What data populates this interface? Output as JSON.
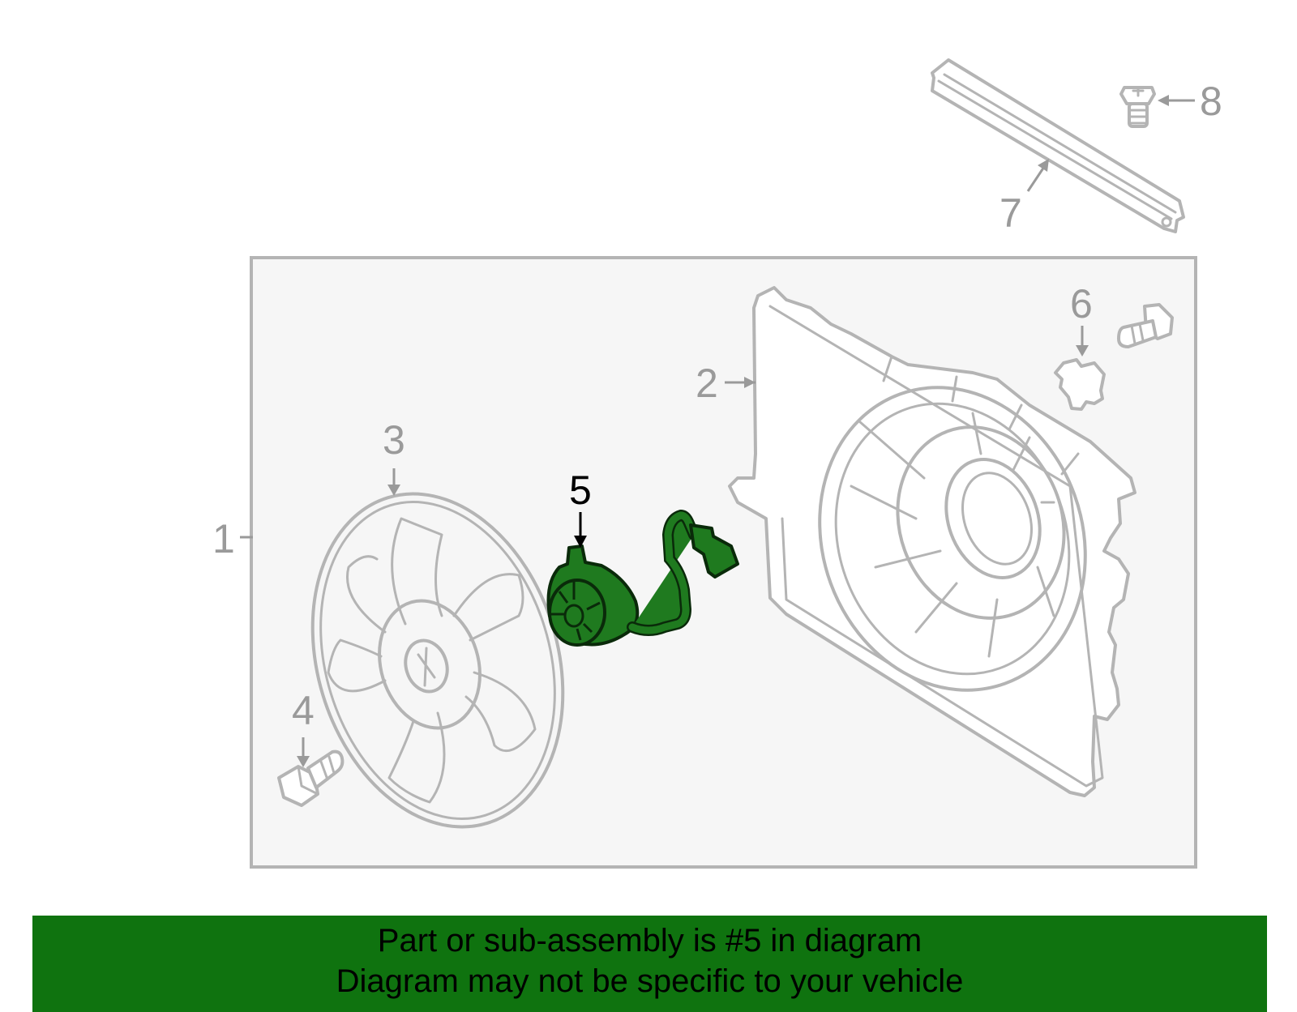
{
  "callouts": [
    {
      "id": "1",
      "text": "1"
    },
    {
      "id": "2",
      "text": "2"
    },
    {
      "id": "3",
      "text": "3"
    },
    {
      "id": "4",
      "text": "4"
    },
    {
      "id": "5",
      "text": "5"
    },
    {
      "id": "6",
      "text": "6"
    },
    {
      "id": "7",
      "text": "7"
    },
    {
      "id": "8",
      "text": "8"
    }
  ],
  "highlighted_part": "5",
  "colors": {
    "highlight_fill": "#1f7a1f",
    "banner_background": "#0f730f",
    "line_art": "#b4b4b4",
    "panel_background": "#f6f6f6"
  },
  "banner": {
    "line1": "Part or sub-assembly is #5 in diagram",
    "line2": "Diagram may not be specific to your vehicle"
  }
}
